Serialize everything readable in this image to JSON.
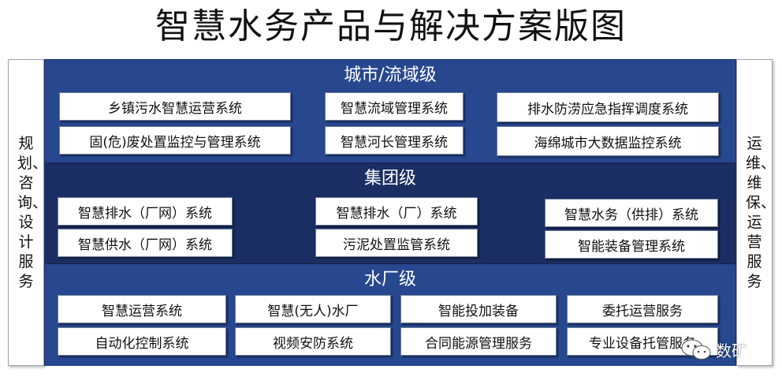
{
  "title": "智慧水务产品与解决方案版图",
  "left_side": "规划、咨询、设计服务",
  "right_side": "运维、维保、运营服务",
  "levels": [
    {
      "title": "城市/流域级",
      "items": [
        "乡镇污水智慧运营系统",
        "智慧流域管理系统",
        "排水防涝应急指挥调度系统",
        "固(危)废处置监控与管理系统",
        "智慧河长管理系统",
        "海绵城市大数据监控系统"
      ]
    },
    {
      "title": "集团级",
      "items": [
        "智慧排水（厂网）系统",
        "智慧排水（厂）系统",
        "智慧水务（供排）系统",
        "智慧供水（厂网）系统",
        "污泥处置监管系统",
        "智能装备管理系统"
      ]
    },
    {
      "title": "水厂级",
      "items": [
        "智慧运营系统",
        "智慧(无人)水厂",
        "智能投加装备",
        "委托运营服务",
        "自动化控制系统",
        "视频安防系统",
        "合同能源管理服务",
        "专业设备托管服务"
      ]
    }
  ],
  "watermark": "数矿",
  "colors": {
    "band_light": "#27478f",
    "band_dark": "#1b2e63"
  }
}
